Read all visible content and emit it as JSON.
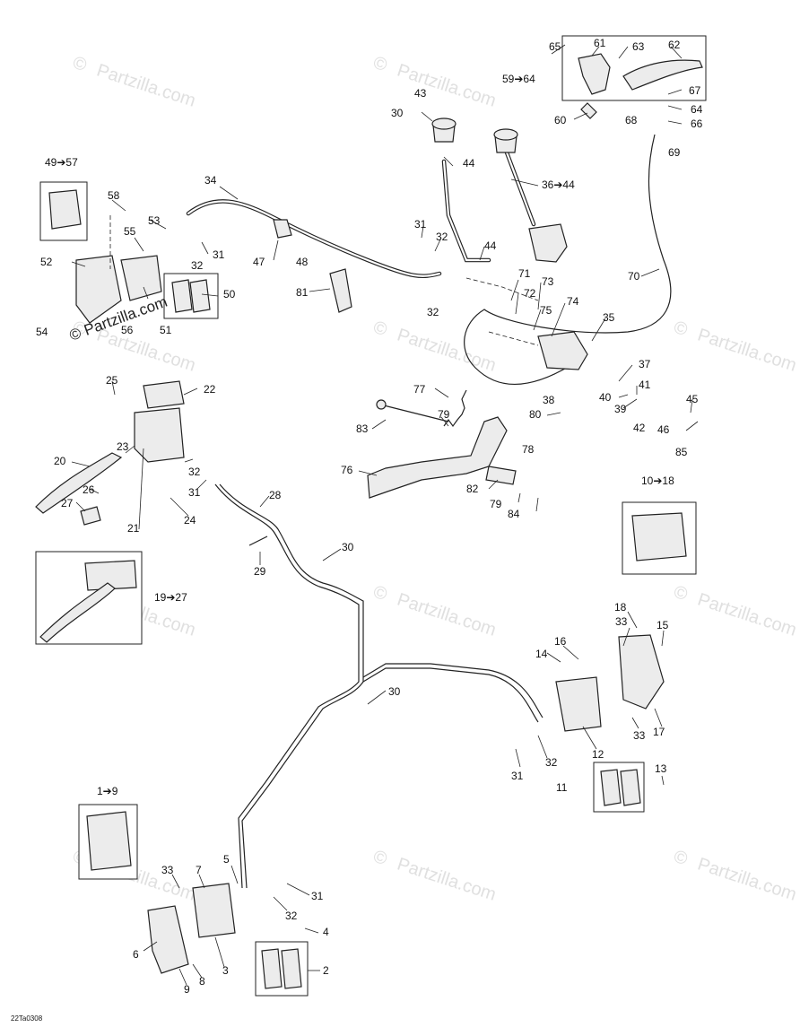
{
  "diagram_code": "22Ta0308",
  "watermark": "Partzilla.com",
  "watermark_symbol": "©",
  "brand_overlay": "© Partzilla.com",
  "callouts": {
    "c65": "65",
    "c61": "61",
    "c63": "63",
    "c62": "62",
    "c59_64": "59➔64",
    "c67": "67",
    "c64": "64",
    "c60": "60",
    "c68": "68",
    "c66": "66",
    "c69": "69",
    "c43": "43",
    "c30a": "30",
    "c44a": "44",
    "c36_44": "36➔44",
    "c49_57": "49➔57",
    "c34": "34",
    "c58": "58",
    "c53": "53",
    "c55": "55",
    "c31a": "31",
    "c32a": "32",
    "c47": "47",
    "c48": "48",
    "c31b": "31",
    "c32b": "32",
    "c44b": "44",
    "c70": "70",
    "c52": "52",
    "c50": "50",
    "c81": "81",
    "c71": "71",
    "c72": "72",
    "c73": "73",
    "c32c": "32",
    "c74": "74",
    "c54": "54",
    "c56": "56",
    "c51": "51",
    "c75": "75",
    "c35": "35",
    "c37": "37",
    "c38": "38",
    "c41": "41",
    "c40": "40",
    "c39": "39",
    "c45": "45",
    "c42": "42",
    "c46": "46",
    "c85": "85",
    "c77": "77",
    "c79a": "79",
    "c80": "80",
    "c83": "83",
    "c78": "78",
    "c25": "25",
    "c22": "22",
    "c23": "23",
    "c20": "20",
    "c32d": "32",
    "c31c": "31",
    "c26": "26",
    "c27": "27",
    "c21": "21",
    "c24": "24",
    "c28": "28",
    "c76": "76",
    "c82": "82",
    "c79b": "79",
    "c84": "84",
    "c10_18": "10➔18",
    "c29": "29",
    "c30b": "30",
    "c19_27": "19➔27",
    "c18": "18",
    "c33a": "33",
    "c15": "15",
    "c14": "14",
    "c16": "16",
    "c30c": "30",
    "c33b": "33",
    "c17": "17",
    "c12": "12",
    "c31d": "31",
    "c32e": "32",
    "c11": "11",
    "c13": "13",
    "c1_9": "1➔9",
    "c33c": "33",
    "c7": "7",
    "c5": "5",
    "c31e": "31",
    "c32f": "32",
    "c4": "4",
    "c6": "6",
    "c3": "3",
    "c2": "2",
    "c9": "9",
    "c8": "8"
  }
}
